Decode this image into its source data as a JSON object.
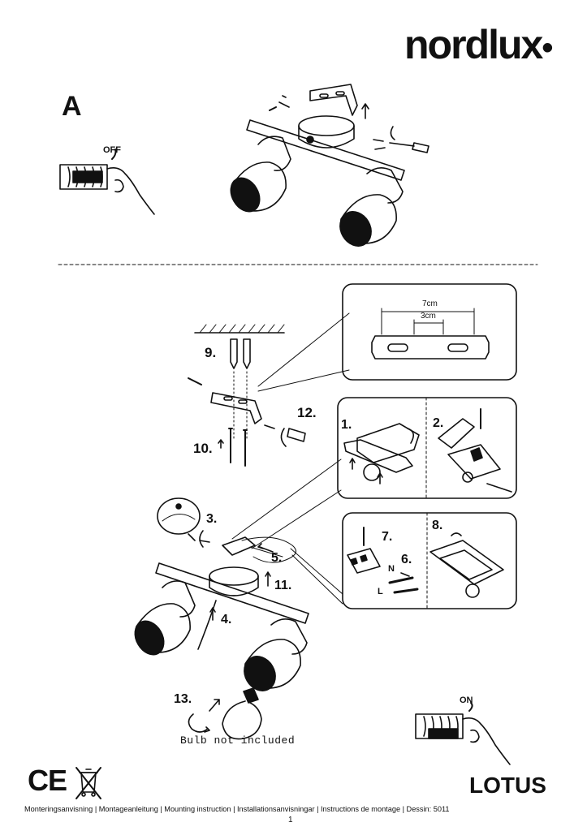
{
  "brand": "nordlux",
  "brand_dot": "•",
  "section_label": "A",
  "switch_off": "OFF",
  "switch_on": "ON",
  "dimensions": {
    "outer": "7cm",
    "inner": "3cm"
  },
  "steps": [
    "1.",
    "2.",
    "3.",
    "4.",
    "5.",
    "6.",
    "7.",
    "8.",
    "9.",
    "10.",
    "11.",
    "12.",
    "13."
  ],
  "wire_labels": {
    "neutral": "N",
    "live": "L"
  },
  "bulb_note": "Bulb not included",
  "product_name": "LOTUS",
  "ce_mark": "CE",
  "footer": "Monteringsanvisning | Montageanleitung | Mounting instruction | Installationsanvisningar | Instructions de montage | Dessin: 5011",
  "page_number": "1"
}
